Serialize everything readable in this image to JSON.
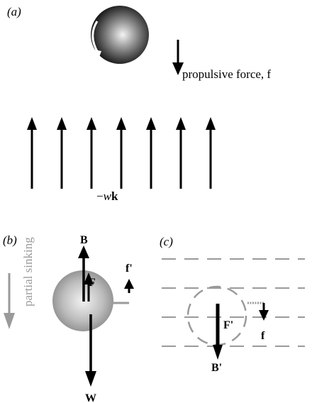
{
  "panels": {
    "a": {
      "label": "(a)",
      "propulsive_label": "propulsive force, f",
      "flow_label_prefix": "−",
      "flow_label_w": "w",
      "flow_label_k": "k",
      "flow_arrow_count": 7
    },
    "b": {
      "label": "(b)",
      "partial_sinking": "partial sinking",
      "B": "B",
      "F": "F",
      "f_prime": "f'",
      "W": "W"
    },
    "c": {
      "label": "(c)",
      "F_prime": "F'",
      "f": "f",
      "B_prime": "B'",
      "dash_line_count": 4
    }
  },
  "colors": {
    "ink": "#000000",
    "grey": "#9a9a9a",
    "sphere_dark": "#1a1a1a",
    "sphere_light": "#f2f2f2"
  }
}
